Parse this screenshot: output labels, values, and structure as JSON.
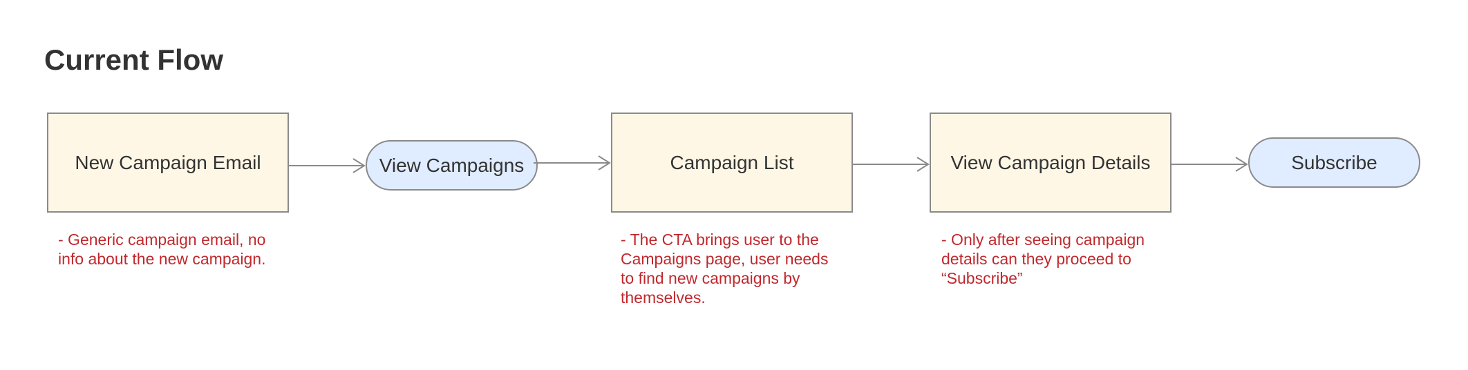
{
  "title": "Current Flow",
  "nodes": [
    {
      "label": "New Campaign Email",
      "shape": "rect"
    },
    {
      "label": "View Campaigns",
      "shape": "pill"
    },
    {
      "label": "Campaign List",
      "shape": "rect"
    },
    {
      "label": "View Campaign Details",
      "shape": "rect"
    },
    {
      "label": "Subscribe",
      "shape": "pill"
    }
  ],
  "notes": [
    {
      "lines": [
        "- Generic campaign email, no",
        "info about the new campaign."
      ]
    },
    {
      "lines": [
        "- The CTA brings user to the",
        "Campaigns page, user needs",
        "to find new campaigns by",
        "themselves."
      ]
    },
    {
      "lines": [
        "- Only after seeing campaign",
        "details can they proceed to",
        "“Subscribe”"
      ]
    }
  ],
  "colors": {
    "rect_fill": "#fff7e6",
    "pill_fill": "#e0ecff",
    "border": "#8a8a8a",
    "note_text": "#c0282d",
    "title_text": "#333333"
  }
}
